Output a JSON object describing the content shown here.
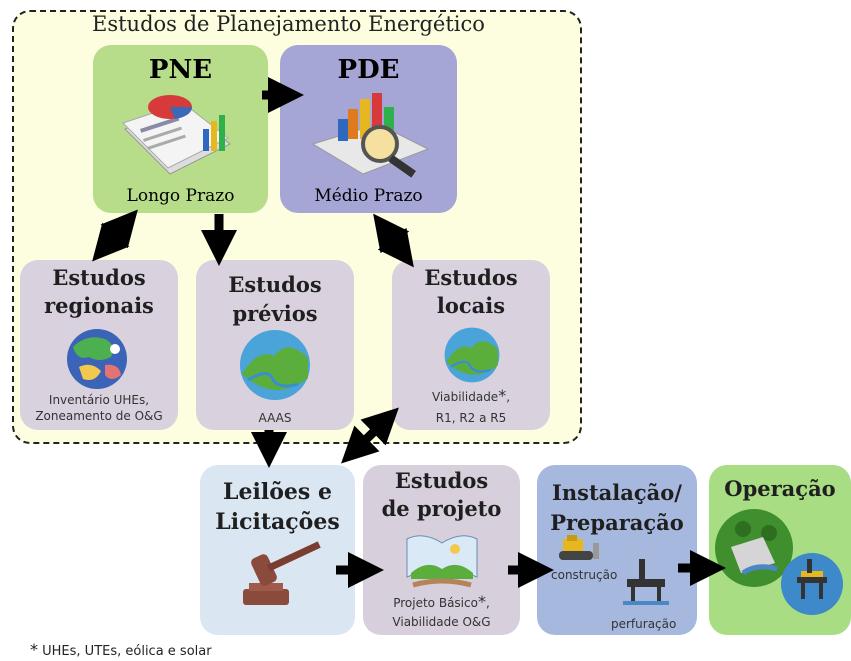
{
  "frame_title": "Estudos de Planejamento Energético",
  "pne": {
    "title": "PNE",
    "subtitle": "Longo Prazo"
  },
  "pde": {
    "title": "PDE",
    "subtitle": "Médio Prazo"
  },
  "regionais": {
    "line1": "Estudos",
    "line2": "regionais",
    "note1": "Inventário UHEs,",
    "note2": "Zoneamento de O&G"
  },
  "previos": {
    "line1": "Estudos",
    "line2": "prévios",
    "note": "AAAS"
  },
  "locais": {
    "line1": "Estudos",
    "line2": "locais",
    "note1": "Viabilidade",
    "note1_star": "*",
    "note1_tail": ",",
    "note2": "R1, R2 a R5"
  },
  "leiloes": {
    "line1": "Leilões  e",
    "line2": "Licitações"
  },
  "projeto": {
    "line1": "Estudos",
    "line2": "de projeto",
    "note1": "Projeto Básico",
    "note1_star": "*",
    "note1_tail": ",",
    "note2": "Viabilidade O&G"
  },
  "instalacao": {
    "line1": "Instalação/",
    "line2": "Preparação",
    "label_construcao": "construção",
    "label_perfuracao": "perfuração"
  },
  "operacao": {
    "title": "Operação"
  },
  "footnote": {
    "star": "*",
    "text": " UHEs, UTEs, eólica e solar"
  },
  "colors": {
    "frame_bg": "#fdfde0",
    "pne": "#b7dd8a",
    "pde": "#a6a6d6",
    "studies": "#d9d2de",
    "leiloes": "#dbe6f3",
    "projeto": "#d7cfdc",
    "instalacao": "#a7b8df",
    "operacao": "#a9dd83",
    "arrow": "#000000"
  }
}
